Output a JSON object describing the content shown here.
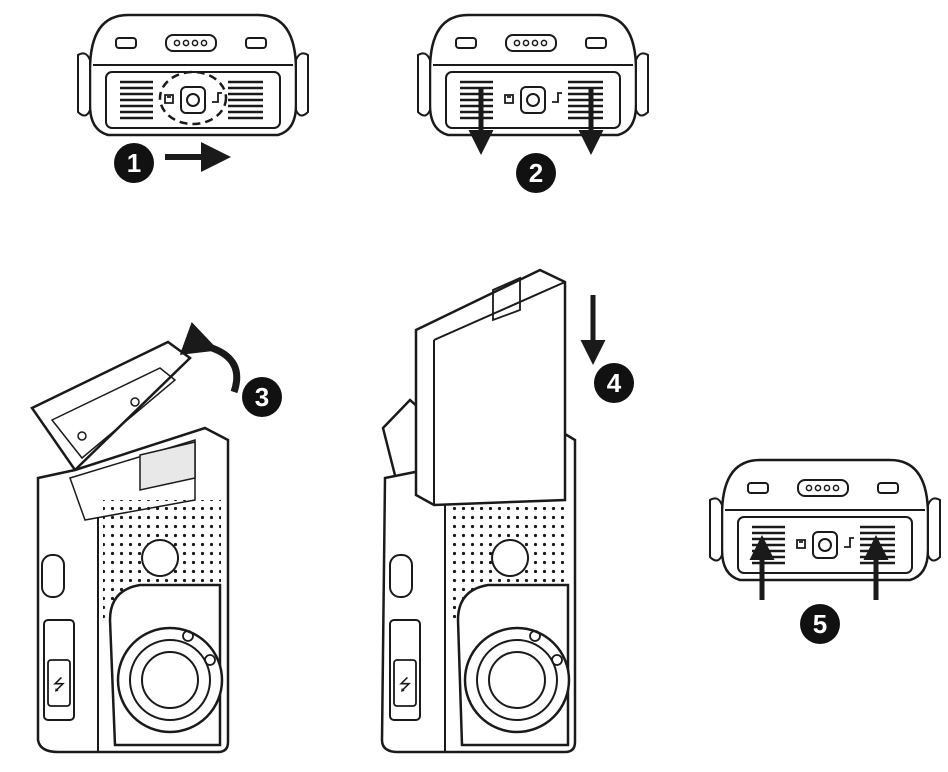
{
  "steps": [
    {
      "number": "1",
      "action": "slide-latch-right"
    },
    {
      "number": "2",
      "action": "pull-latch-down"
    },
    {
      "number": "3",
      "action": "open-battery-door"
    },
    {
      "number": "4",
      "action": "insert-battery"
    },
    {
      "number": "5",
      "action": "push-latch-up"
    }
  ],
  "colors": {
    "line": "#1a1a1a",
    "fill": "#ffffff",
    "badge": "#111111",
    "badge_text": "#ffffff"
  }
}
